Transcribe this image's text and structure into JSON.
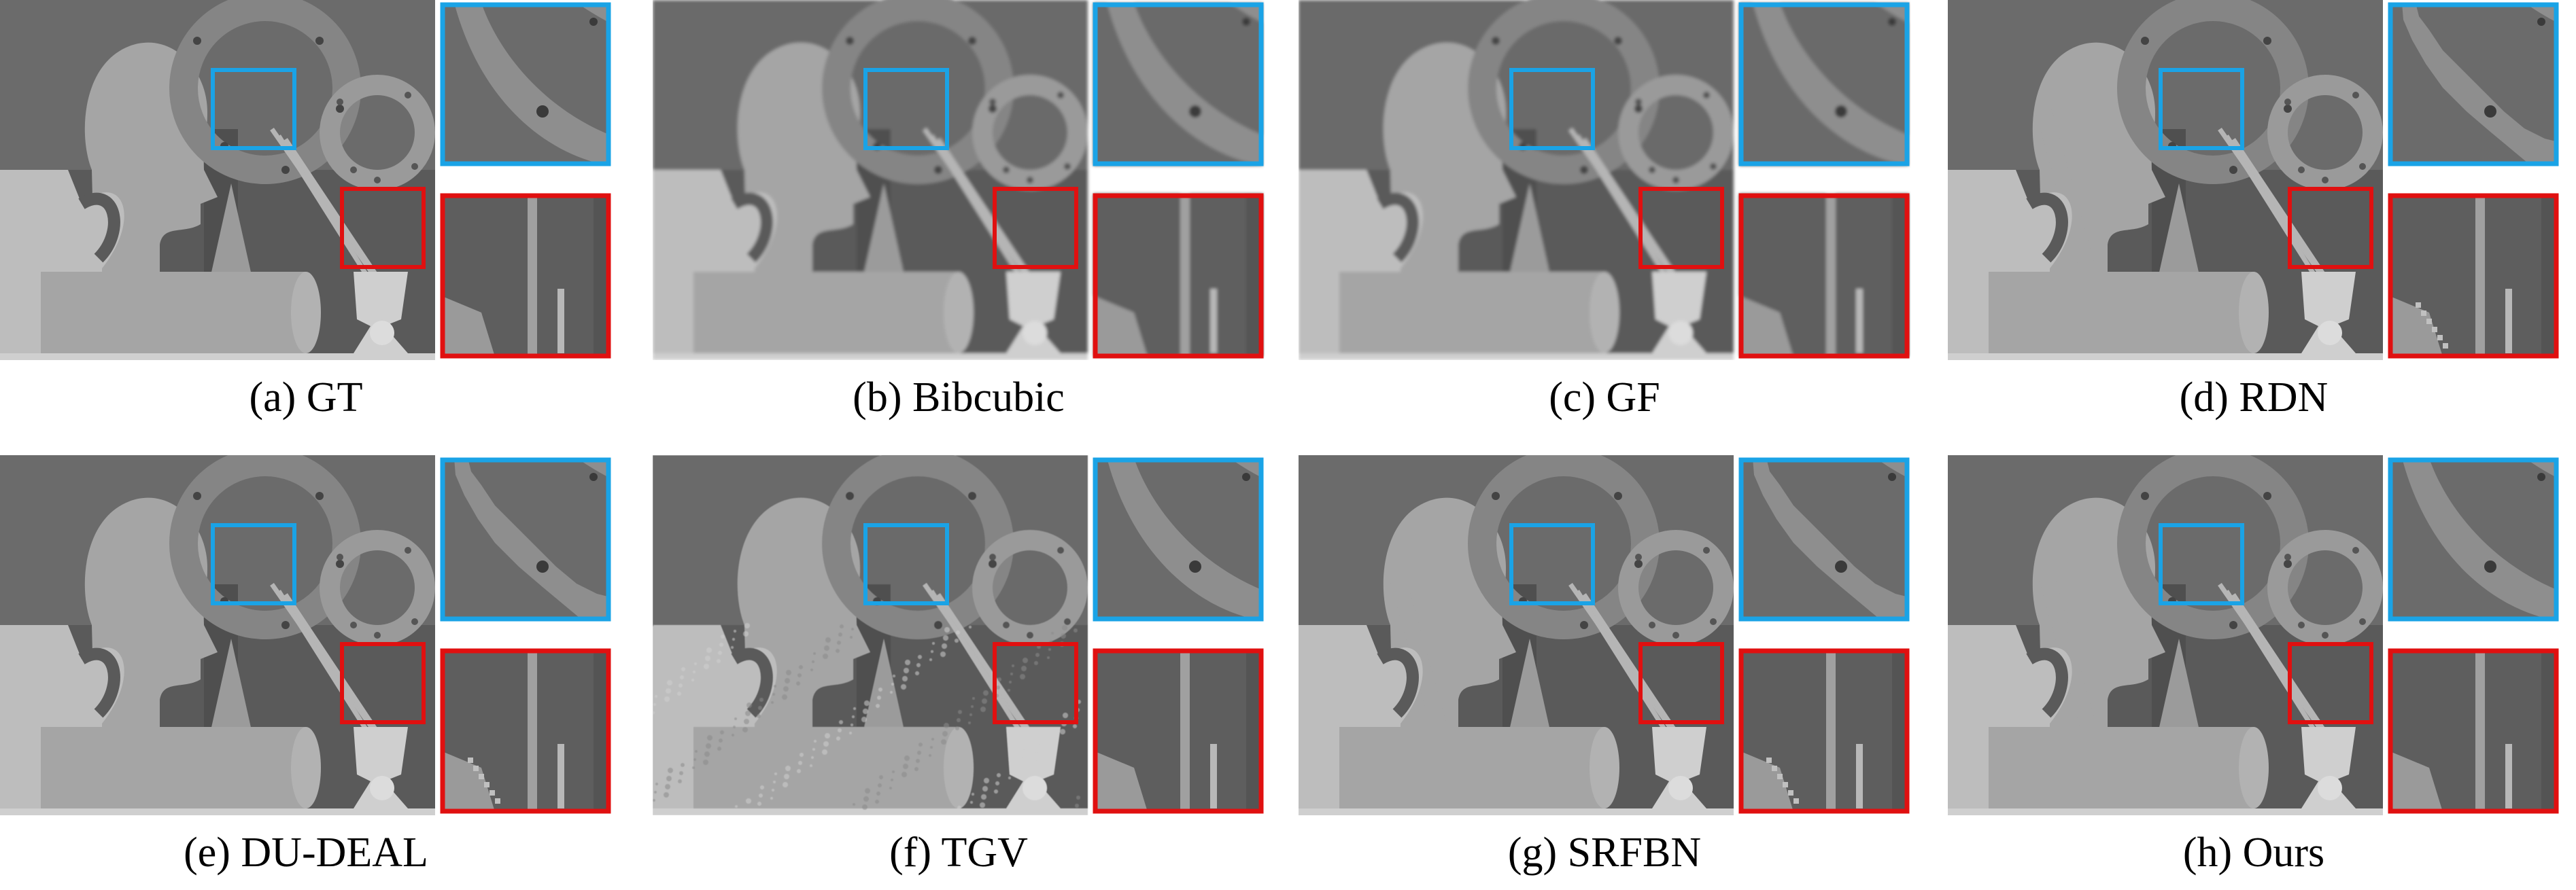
{
  "figure": {
    "panels": [
      {
        "caption": "(a) GT",
        "method": "GT",
        "artifact": "sharp"
      },
      {
        "caption": "(b) Bibcubic",
        "method": "Bibcubic",
        "artifact": "blur"
      },
      {
        "caption": "(c) GF",
        "method": "GF",
        "artifact": "blur"
      },
      {
        "caption": "(d) RDN",
        "method": "RDN",
        "artifact": "jagged"
      },
      {
        "caption": "(e) DU-DEAL",
        "method": "DU-DEAL",
        "artifact": "jagged"
      },
      {
        "caption": "(f) TGV",
        "method": "TGV",
        "artifact": "noise"
      },
      {
        "caption": "(g) SRFBN",
        "method": "SRFBN",
        "artifact": "jagged"
      },
      {
        "caption": "(h) Ours",
        "method": "Ours",
        "artifact": "sharp"
      }
    ],
    "colors": {
      "roi_blue": "#1aa3e6",
      "roi_red": "#e01010",
      "background_dark": "#5a5a5a",
      "background_mid": "#6b6b6b",
      "object_light": "#a5a5a5",
      "object_lighter": "#bdbdbd"
    }
  }
}
